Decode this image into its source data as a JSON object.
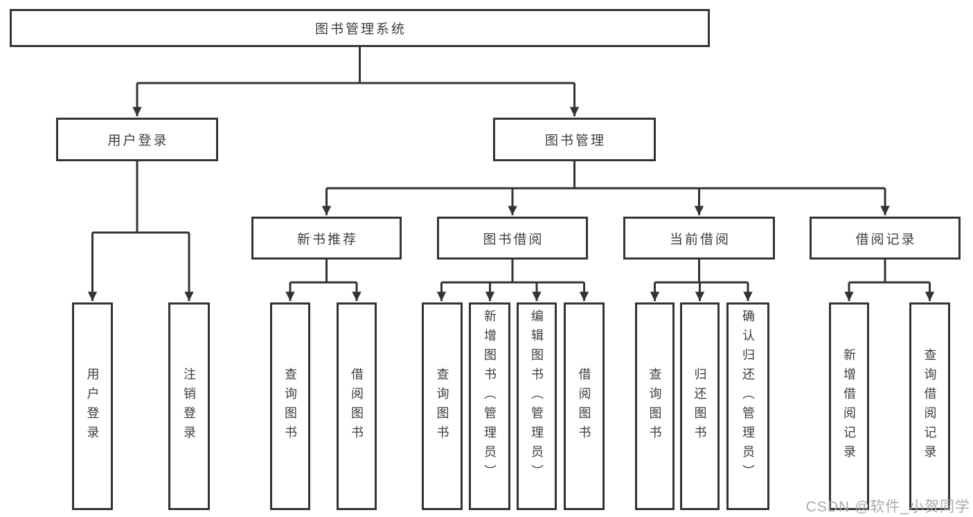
{
  "diagram": {
    "root": {
      "label": "图书管理系统",
      "children": [
        {
          "label": "用户登录",
          "children": [
            {
              "label": "用户登录"
            },
            {
              "label": "注销登录"
            }
          ]
        },
        {
          "label": "图书管理",
          "children": [
            {
              "label": "新书推荐",
              "children": [
                {
                  "label": "查询图书"
                },
                {
                  "label": "借阅图书"
                }
              ]
            },
            {
              "label": "图书借阅",
              "children": [
                {
                  "label": "查询图书"
                },
                {
                  "label": "新增图书（管理员）"
                },
                {
                  "label": "编辑图书（管理员）"
                },
                {
                  "label": "借阅图书"
                }
              ]
            },
            {
              "label": "当前借阅",
              "children": [
                {
                  "label": "查询图书"
                },
                {
                  "label": "归还图书"
                },
                {
                  "label": "确认归还（管理员）"
                }
              ]
            },
            {
              "label": "借阅记录",
              "children": [
                {
                  "label": "新增借阅记录"
                },
                {
                  "label": "查询借阅记录"
                }
              ]
            }
          ]
        }
      ]
    }
  },
  "watermark": {
    "text": "CSDN @软件_小贺同学"
  },
  "colors": {
    "line": "#333333",
    "border": "#333333",
    "text": "#3d3d3d",
    "watermark": "#a6a6a6",
    "background": "#ffffff"
  }
}
